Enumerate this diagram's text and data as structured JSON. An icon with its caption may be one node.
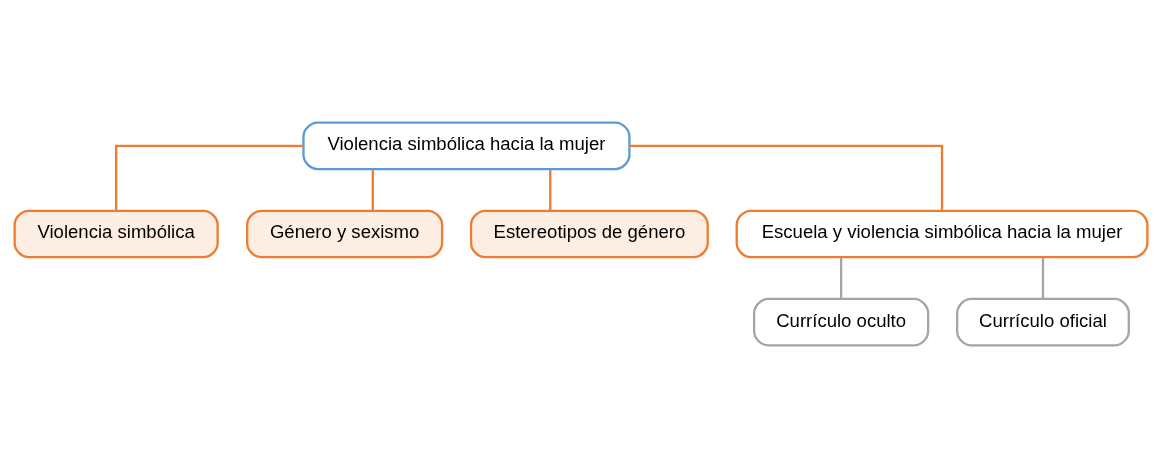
{
  "diagram": {
    "nodes": [
      {
        "text": [
          "Violencia simbólica hacia la mujer"
        ]
      },
      {
        "text": [
          "Violencia simbólica"
        ]
      },
      {
        "text": [
          "Género y sexismo"
        ]
      },
      {
        "text": [
          "Estereotipos de género"
        ]
      },
      {
        "text": [
          "Escuela y violencia simbólica hacia la mujer"
        ]
      },
      {
        "text": [
          "Currículo oculto"
        ]
      },
      {
        "text": [
          "Currículo oficial"
        ]
      }
    ],
    "edges": [
      {
        "from": 0,
        "to": 1,
        "arrow": "none"
      },
      {
        "from": 0,
        "to": 2,
        "arrow": "none"
      },
      {
        "from": 0,
        "to": 3,
        "arrow": "none"
      },
      {
        "from": 0,
        "to": 4,
        "arrow": "none"
      },
      {
        "from": 4,
        "to": 5,
        "arrow": "none",
        "color": "#a5a5a5"
      },
      {
        "from": 4,
        "to": 6,
        "arrow": "none",
        "color": "#a5a5a5"
      }
    ]
  }
}
